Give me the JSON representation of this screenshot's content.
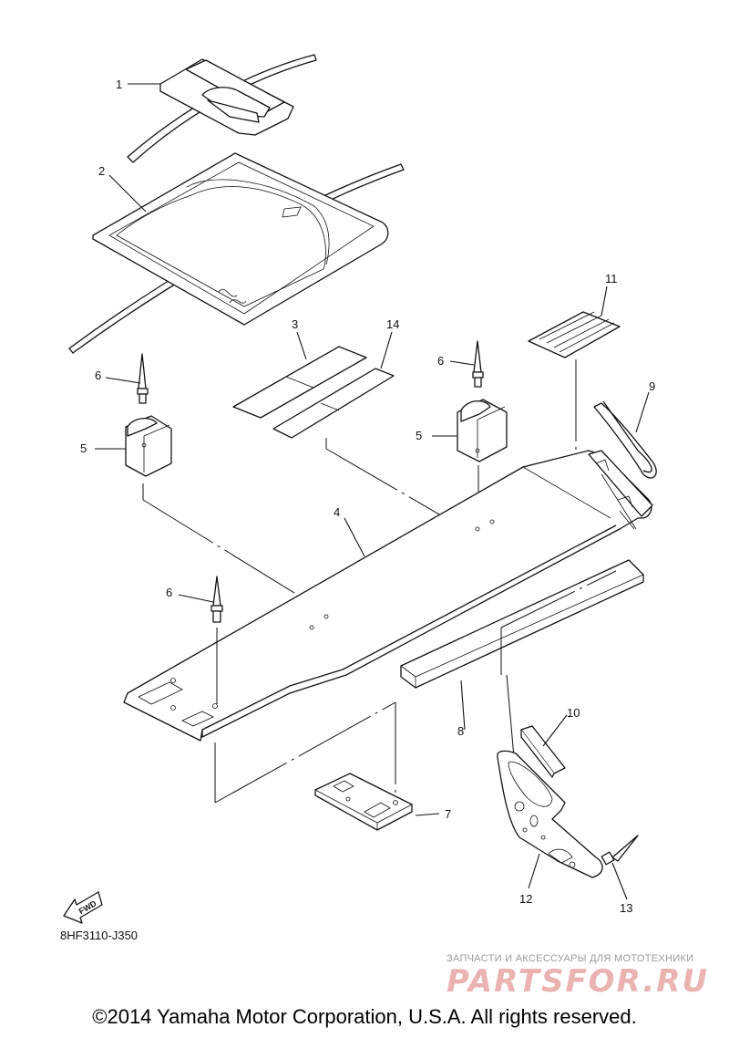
{
  "callouts": {
    "c1": "1",
    "c2": "2",
    "c3": "3",
    "c4": "4",
    "c5a": "5",
    "c5b": "5",
    "c6a": "6",
    "c6b": "6",
    "c6c": "6",
    "c7": "7",
    "c8": "8",
    "c9": "9",
    "c10": "10",
    "c11": "11",
    "c12": "12",
    "c13": "13",
    "c14": "14"
  },
  "fwd_label": "FWD",
  "diagram_code": "8HF3110-J350",
  "copyright": "©2014 Yamaha Motor Corporation, U.S.A. All rights reserved.",
  "watermark": {
    "tagline": "ЗАПЧАСТИ И АКСЕССУАРЫ ДЛЯ МОТОТЕХНИКИ",
    "logo": "PARTSFOR.RU"
  }
}
